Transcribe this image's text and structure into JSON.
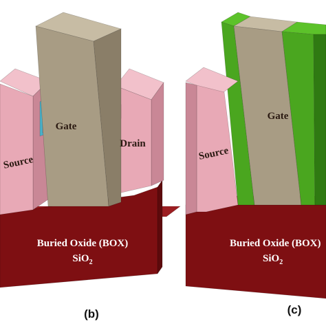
{
  "colors": {
    "box_front": "#7e0f12",
    "box_top": "#9c1d21",
    "box_side": "#5d0a0c",
    "sd_front": "#e8a9b6",
    "sd_top": "#f2c1cb",
    "sd_side": "#c98796",
    "gate_front": "#a89c84",
    "gate_top": "#c7bca4",
    "gate_side": "#8a7e68",
    "spacer_front": "#4aa61f",
    "spacer_top": "#5cc22a",
    "spacer_side": "#2f7a12",
    "oxide": "#4ab0c8"
  },
  "panel_b": {
    "source_label": "Source",
    "gate_label": "Gate",
    "drain_label": "Drain",
    "box_label": "Buried Oxide (BOX)",
    "sio2_base": "SiO",
    "sio2_sub": "2",
    "caption": "(b)"
  },
  "panel_c": {
    "source_label": "Source",
    "gate_label": "Gate",
    "box_label": "Buried Oxide (BOX)",
    "sio2_base": "SiO",
    "sio2_sub": "2",
    "caption": "(c)"
  }
}
